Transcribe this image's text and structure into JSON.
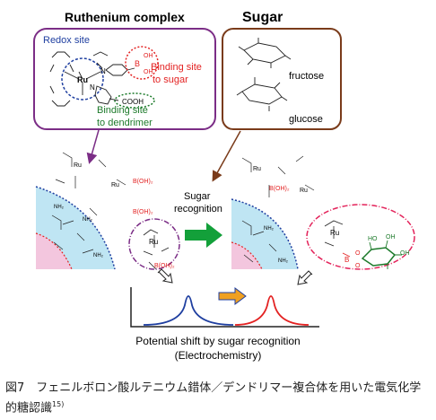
{
  "titles": {
    "ruthenium_complex": "Ruthenium  complex",
    "sugar": "Sugar"
  },
  "ruthenium_box": {
    "redox_site": "Redox site",
    "binding_sugar_line1": "Binding site",
    "binding_sugar_line2": "to sugar",
    "binding_dendrimer_line1": "Binding site",
    "binding_dendrimer_line2": "to dendrimer",
    "ru": "Ru",
    "boron": "B",
    "oh": "OH",
    "cooh": "COOH",
    "n": "N"
  },
  "sugar_box": {
    "fructose": "fructose",
    "glucose": "glucose"
  },
  "middle": {
    "sugar_recognition_line1": "Sugar",
    "sugar_recognition_line2": "recognition",
    "boh2": "B(OH)₂",
    "ru": "Ru",
    "nh2": "NH₂",
    "b": "B",
    "o": "O",
    "ho": "HO",
    "oh": "OH"
  },
  "electrochem": {
    "line1": "Potential shift by sugar recognition",
    "line2": "(Electrochemistry)"
  },
  "caption": {
    "text": "図7　フェニルボロン酸ルテニウム錯体／デンドリマー複合体を用いた電気化学的糖認識",
    "ref": "15)"
  },
  "colors": {
    "purple": "#7b2d86",
    "brown": "#7a3b1a",
    "blue": "#1f3fa0",
    "red": "#e32222",
    "green": "#1c7a2a",
    "cyan_fill": "#bfe5f3",
    "pink_fill": "#f3c6de",
    "arrow_green": "#13a03a",
    "arrow_orange": "#f0a020"
  }
}
